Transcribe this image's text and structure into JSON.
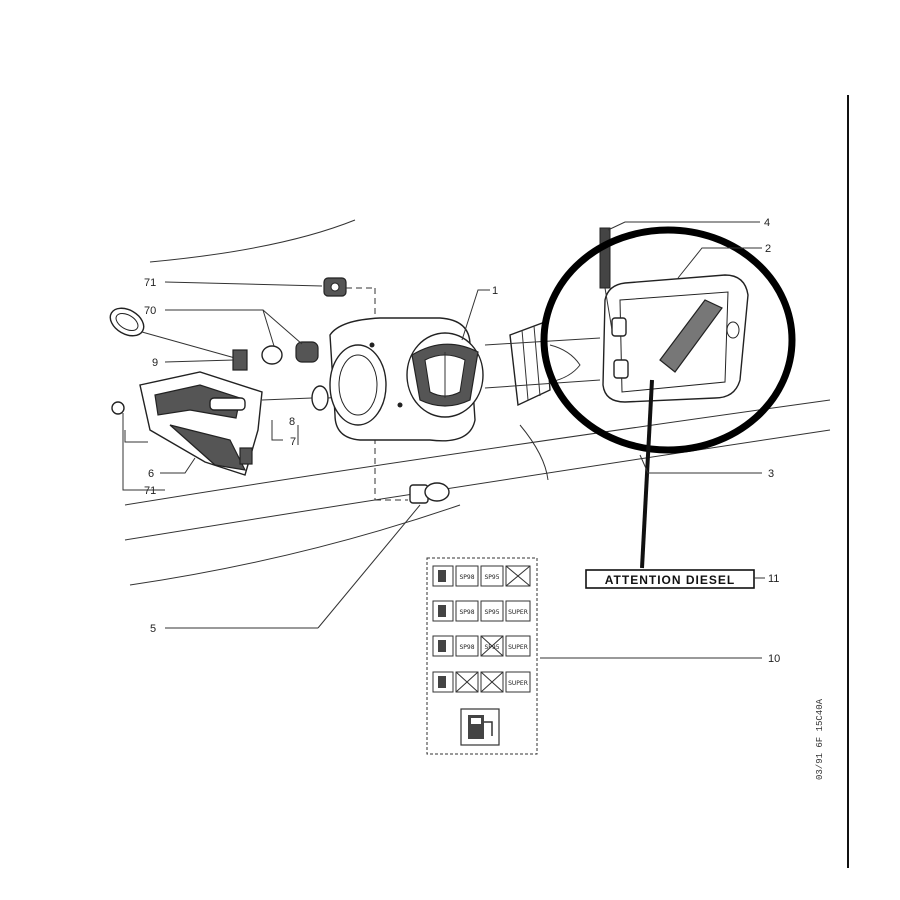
{
  "callouts": {
    "n1": "1",
    "n2": "2",
    "n3": "3",
    "n4": "4",
    "n5": "5",
    "n6": "6",
    "n7": "7",
    "n8": "8",
    "n9": "9",
    "n10": "10",
    "n11": "11",
    "n70": "70",
    "n71a": "71",
    "n71b": "71"
  },
  "warning_label": "ATTENTION DIESEL",
  "fuel_label": {
    "row1": [
      "SP98",
      "SP95"
    ],
    "row2": [
      "SP98",
      "SP95",
      "SUPER"
    ],
    "row3": [
      "SP98",
      "SP95",
      "SUPER"
    ],
    "row4": [
      "SUPER"
    ]
  },
  "reference_code": "03/91  6F  15C40A",
  "colors": {
    "ink": "#222222",
    "paper": "#ffffff",
    "highlight_circle": "#000000"
  }
}
